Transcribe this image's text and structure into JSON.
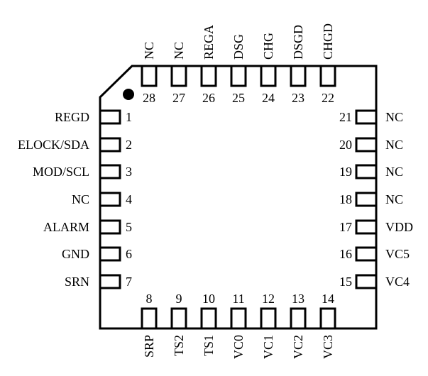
{
  "package": {
    "outline_color": "#000000",
    "pin1_marker": "filled-dot",
    "left_pins": [
      {
        "number": "1",
        "name": "REGD"
      },
      {
        "number": "2",
        "name": "ELOCK/SDA"
      },
      {
        "number": "3",
        "name": "MOD/SCL"
      },
      {
        "number": "4",
        "name": "NC"
      },
      {
        "number": "5",
        "name": "ALARM"
      },
      {
        "number": "6",
        "name": "GND"
      },
      {
        "number": "7",
        "name": "SRN"
      }
    ],
    "bottom_pins": [
      {
        "number": "8",
        "name": "SRP"
      },
      {
        "number": "9",
        "name": "TS2"
      },
      {
        "number": "10",
        "name": "TS1"
      },
      {
        "number": "11",
        "name": "VC0"
      },
      {
        "number": "12",
        "name": "VC1"
      },
      {
        "number": "13",
        "name": "VC2"
      },
      {
        "number": "14",
        "name": "VC3"
      }
    ],
    "right_pins": [
      {
        "number": "15",
        "name": "VC4"
      },
      {
        "number": "16",
        "name": "VC5"
      },
      {
        "number": "17",
        "name": "VDD"
      },
      {
        "number": "18",
        "name": "NC"
      },
      {
        "number": "19",
        "name": "NC"
      },
      {
        "number": "20",
        "name": "NC"
      },
      {
        "number": "21",
        "name": "NC"
      }
    ],
    "top_pins": [
      {
        "number": "22",
        "name": "CHGD"
      },
      {
        "number": "23",
        "name": "DSGD"
      },
      {
        "number": "24",
        "name": "CHG"
      },
      {
        "number": "25",
        "name": "DSG"
      },
      {
        "number": "26",
        "name": "REGA"
      },
      {
        "number": "27",
        "name": "NC"
      },
      {
        "number": "28",
        "name": "NC"
      }
    ]
  }
}
